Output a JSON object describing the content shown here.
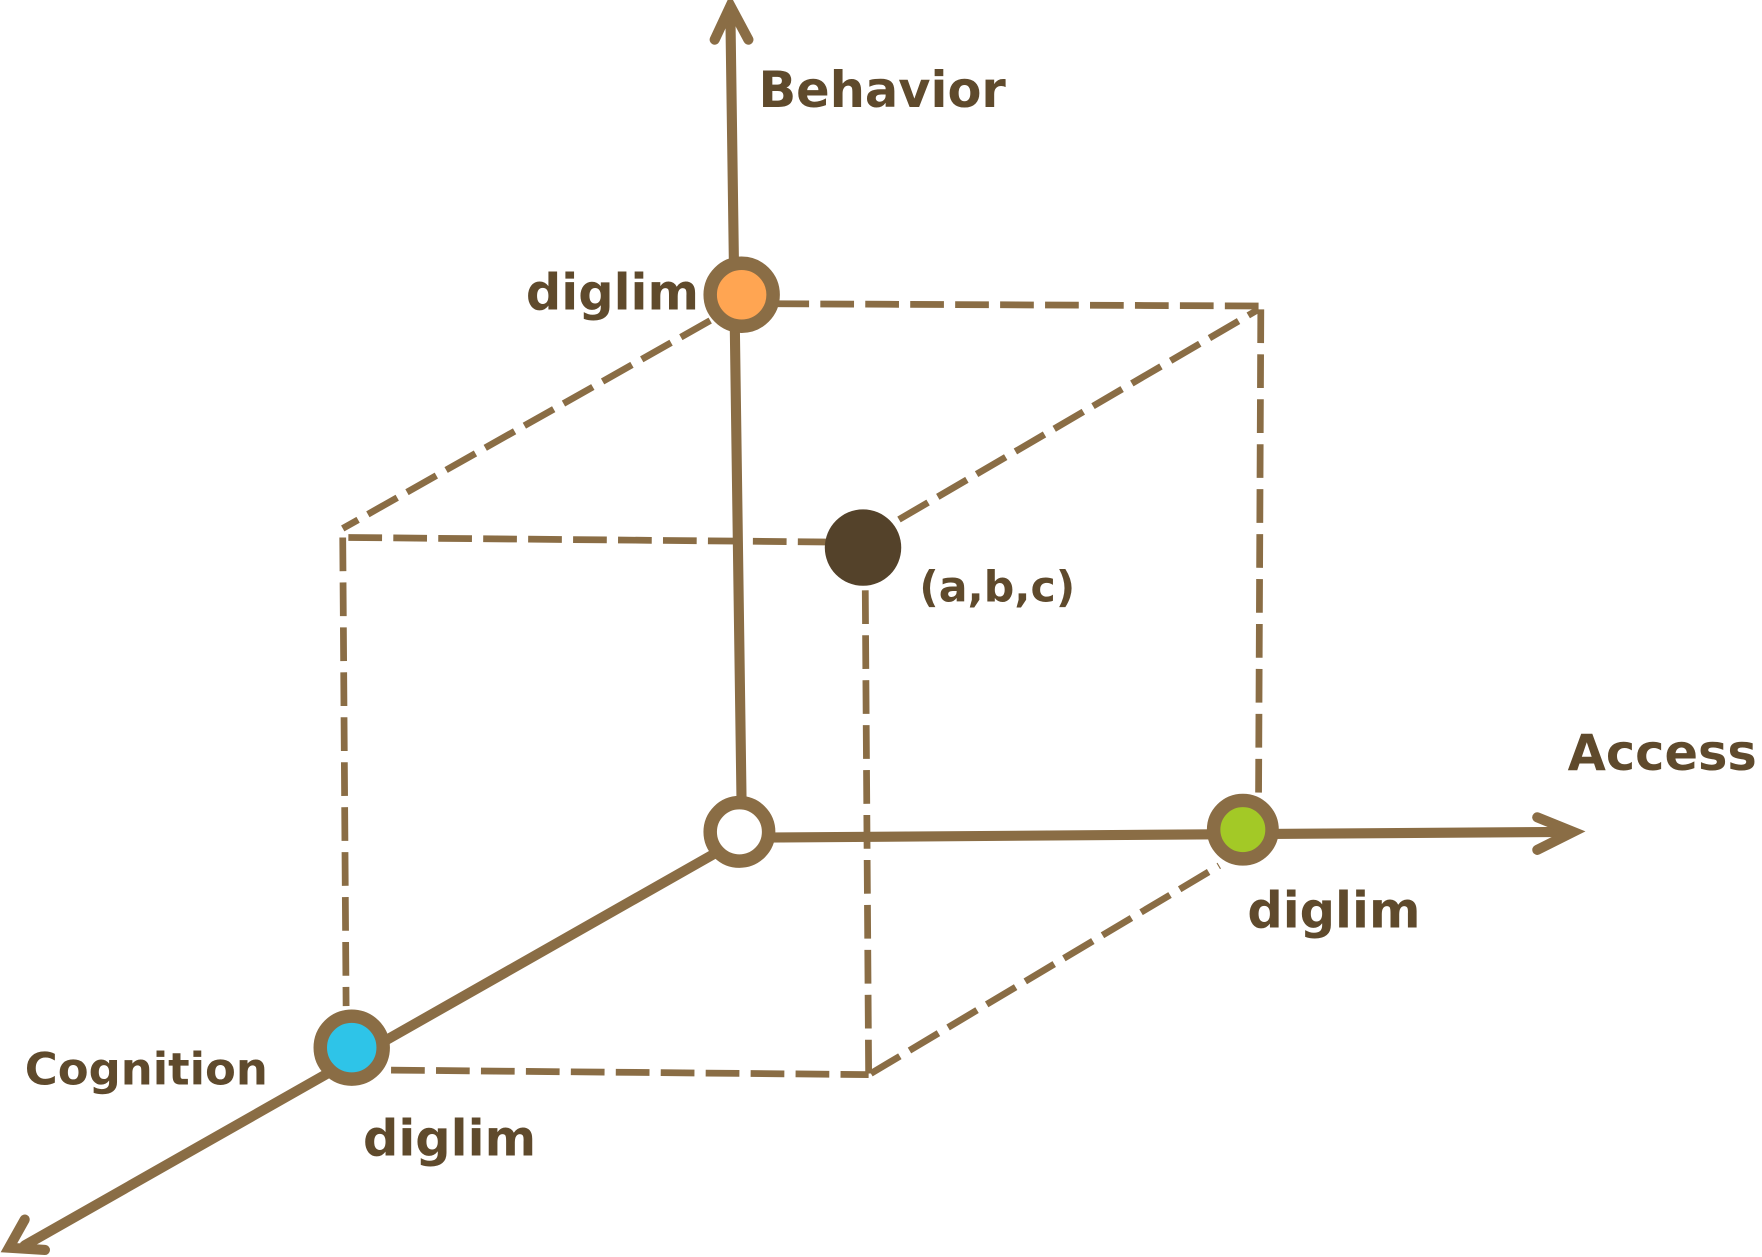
{
  "axes": {
    "behavior": "Behavior",
    "access": "Access",
    "cognition": "Cognition"
  },
  "limit_labels": {
    "behavior": "diglim",
    "access": "diglim",
    "cognition": "diglim"
  },
  "point_label": "(a,b,c)",
  "colors": {
    "line": "#8a6d45",
    "text": "#5f4a2c",
    "behavior_node": "#ffa552",
    "access_node": "#a3c926",
    "cognition_node": "#2ec4e8",
    "origin_node": "#ffffff",
    "point_node": "#54422a"
  }
}
